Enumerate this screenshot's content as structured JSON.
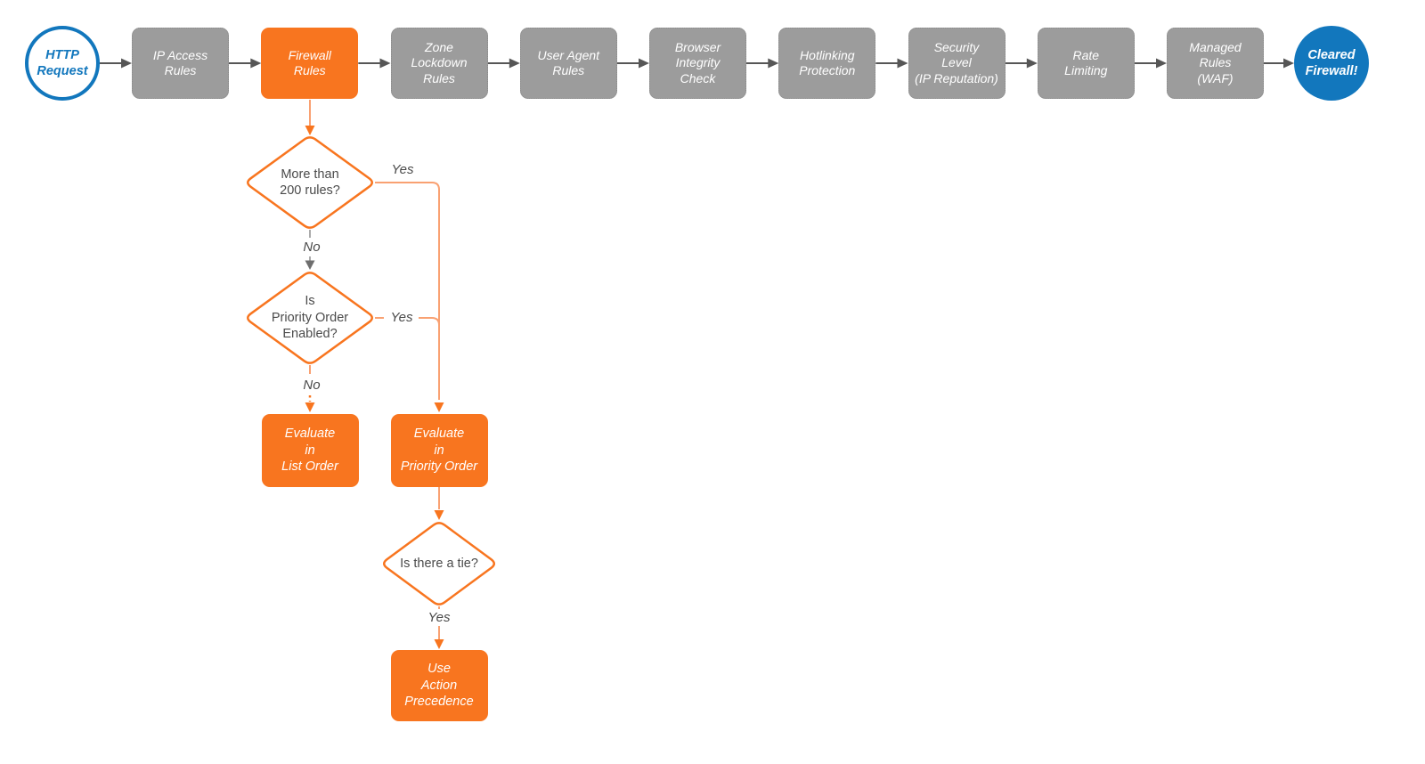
{
  "diagram_type": "flowchart",
  "colors": {
    "accent_orange": "#F8751F",
    "connector_salmon": "#F9A172",
    "node_gray": "#9C9C9C",
    "flow_blue": "#1277BD",
    "arrow_dark": "#565656",
    "text_dark": "#4A4A4A",
    "text_light": "#FFFFFF",
    "background": "#FFFFFF"
  },
  "nodes": {
    "http_request": {
      "lines": [
        "HTTP",
        "Request"
      ]
    },
    "ip_access": {
      "lines": [
        "IP Access",
        "Rules"
      ]
    },
    "firewall": {
      "lines": [
        "Firewall",
        "Rules"
      ]
    },
    "zone_lockdown": {
      "lines": [
        "Zone",
        "Lockdown",
        "Rules"
      ]
    },
    "user_agent": {
      "lines": [
        "User Agent",
        "Rules"
      ]
    },
    "browser_integrity": {
      "lines": [
        "Browser",
        "Integrity",
        "Check"
      ]
    },
    "hotlinking": {
      "lines": [
        "Hotlinking",
        "Protection"
      ]
    },
    "security_level": {
      "lines": [
        "Security",
        "Level",
        "(IP Reputation)"
      ]
    },
    "rate_limiting": {
      "lines": [
        "Rate",
        "Limiting"
      ]
    },
    "managed_rules": {
      "lines": [
        "Managed",
        "Rules",
        "(WAF)"
      ]
    },
    "cleared_firewall": {
      "lines": [
        "Cleared",
        "Firewall!"
      ]
    },
    "d_more_than_200": {
      "lines": [
        "More than",
        "200 rules?"
      ]
    },
    "d_priority_enabled": {
      "lines": [
        "Is",
        "Priority Order",
        "Enabled?"
      ]
    },
    "d_is_there_tie": {
      "lines": [
        "Is there a tie?"
      ]
    },
    "evaluate_list_order": {
      "lines": [
        "Evaluate",
        "in",
        "List Order"
      ]
    },
    "evaluate_priority_order": {
      "lines": [
        "Evaluate",
        "in",
        "Priority Order"
      ]
    },
    "use_action_precedence": {
      "lines": [
        "Use",
        "Action",
        "Precedence"
      ]
    }
  },
  "edge_labels": {
    "d1_yes": "Yes",
    "d1_no": "No",
    "d2_yes": "Yes",
    "d2_no": "No",
    "d3_yes": "Yes"
  }
}
